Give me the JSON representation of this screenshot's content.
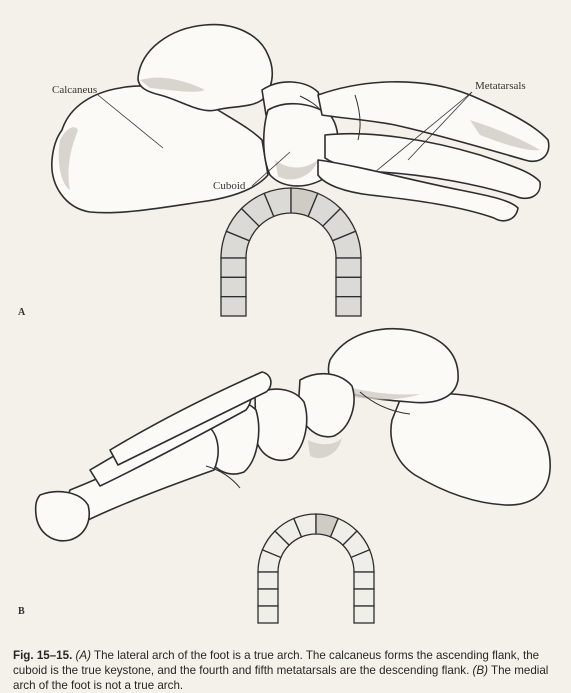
{
  "panel_a": {
    "label": "A",
    "callouts": {
      "calcaneus": "Calcaneus",
      "metatarsals": "Metatarsals",
      "cuboid": "Cuboid"
    }
  },
  "panel_b": {
    "label": "B"
  },
  "caption": {
    "fig_number": "Fig. 15–15.",
    "a_tag": "(A)",
    "a_text": " The lateral arch of the foot is a true arch. The calcaneus forms the ascending flank, the cuboid is the true keystone, and the fourth and fifth metatarsals are the descending flank. ",
    "b_tag": "(B)",
    "b_text": " The medial arch of the foot is not a true arch."
  },
  "colors": {
    "background": "#f4f1ea",
    "ink": "#2e2e2e",
    "shading": "#cfccc6",
    "arch_stone": "#dcdad6"
  }
}
